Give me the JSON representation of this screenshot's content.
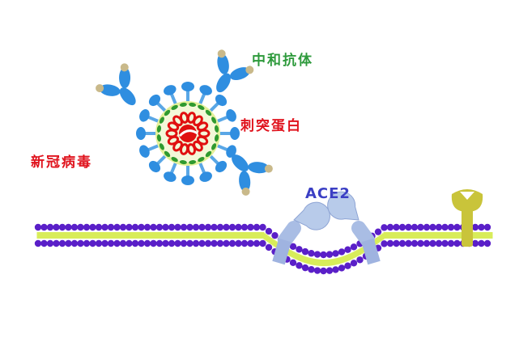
{
  "labels": {
    "antibody": "中和抗体",
    "spike": "刺突蛋白",
    "virus": "新冠病毒",
    "receptor": "ACE2"
  },
  "colors": {
    "antibody_text": "#2e9a3c",
    "spike_text": "#e0141e",
    "virus_text": "#e0141e",
    "receptor_text": "#3b3fc4",
    "membrane_head": "#5a1fc8",
    "membrane_tail": "#d8ec5a",
    "spike_blue": "#2f8ee0",
    "rna_red": "#e01010",
    "ace2": "#b8cbea",
    "other_receptor": "#c9c43a"
  }
}
